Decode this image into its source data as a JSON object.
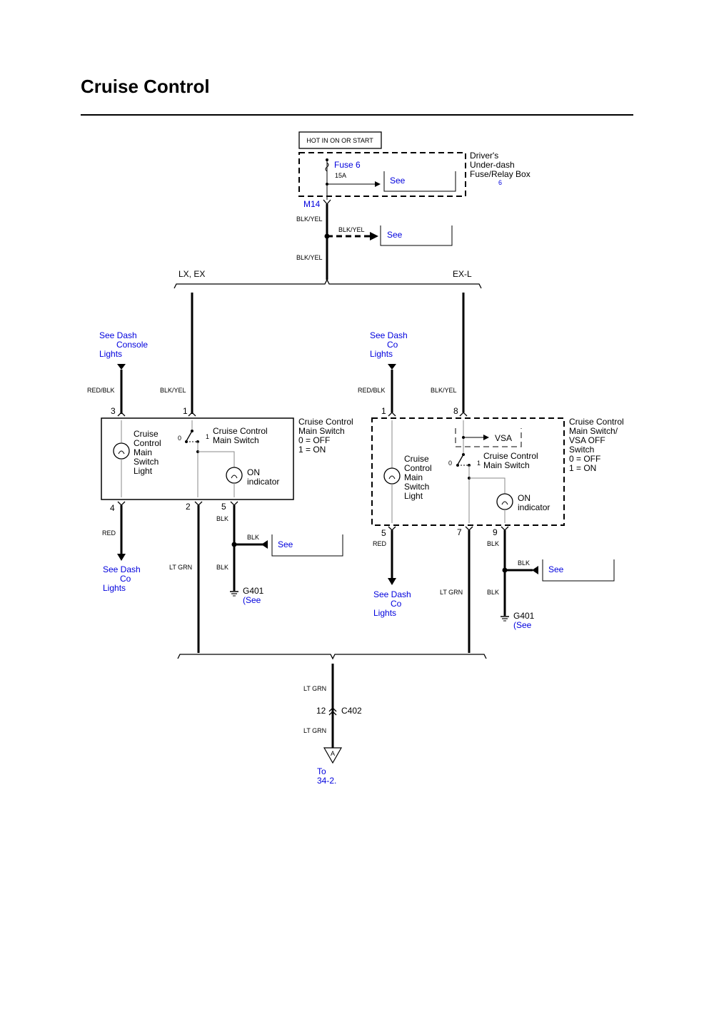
{
  "title": "Cruise Control",
  "power": {
    "hot_label": "HOT IN ON OR START",
    "fuse_label": "Fuse 6",
    "fuse_rating": "15A",
    "box_label": [
      "Driver's",
      "Under-dash",
      "Fuse/Relay Box"
    ],
    "box_ref": "6",
    "see_1": "See",
    "connector": "M14",
    "see_2": "See"
  },
  "wires": {
    "blk_yel": "BLK/YEL",
    "red_blk": "RED/BLK",
    "red": "RED",
    "blk": "BLK",
    "lt_grn": "LT GRN"
  },
  "variants": {
    "left": "LX, EX",
    "right": "EX-L"
  },
  "left": {
    "dash_top": [
      "See Dash",
      "Console",
      "Lights"
    ],
    "switch_title": [
      "Cruise Control",
      "Main Switch",
      "0 = OFF",
      "1 = ON"
    ],
    "light_label": [
      "Cruise",
      "Control",
      "Main",
      "Switch",
      "Light"
    ],
    "sw_label": [
      "Cruise Control",
      "Main Switch"
    ],
    "on_label": [
      "ON",
      "indicator"
    ],
    "pins": {
      "p3": "3",
      "p1": "1",
      "p4": "4",
      "p2": "2",
      "p5": "5"
    },
    "pos0": "0",
    "pos1": "1",
    "dash_bottom": [
      "See Dash",
      "Co",
      "Lights"
    ],
    "see_blk": "See",
    "ground": "G401",
    "ground_see": "(See"
  },
  "right": {
    "dash_top": [
      "See Dash",
      "Co",
      "Lights"
    ],
    "switch_title": [
      "Cruise Control",
      "Main Switch/",
      "VSA OFF",
      "Switch",
      "0 = OFF",
      "1 = ON"
    ],
    "light_label": [
      "Cruise",
      "Control",
      "Main",
      "Switch",
      "Light"
    ],
    "vsa": "VSA",
    "sw_label": [
      "Cruise Control",
      "Main Switch"
    ],
    "on_label": [
      "ON",
      "indicator"
    ],
    "pins": {
      "p1": "1",
      "p8": "8",
      "p5": "5",
      "p7": "7",
      "p9": "9"
    },
    "pos0": "0",
    "pos1": "1",
    "dash_bottom": [
      "See Dash",
      "Co",
      "Lights"
    ],
    "see_blk": "See",
    "ground": "G401",
    "ground_see": "(See"
  },
  "bottom": {
    "pin": "12",
    "connector": "C402",
    "connector_id": "A",
    "to": [
      "To",
      "34-2."
    ]
  }
}
